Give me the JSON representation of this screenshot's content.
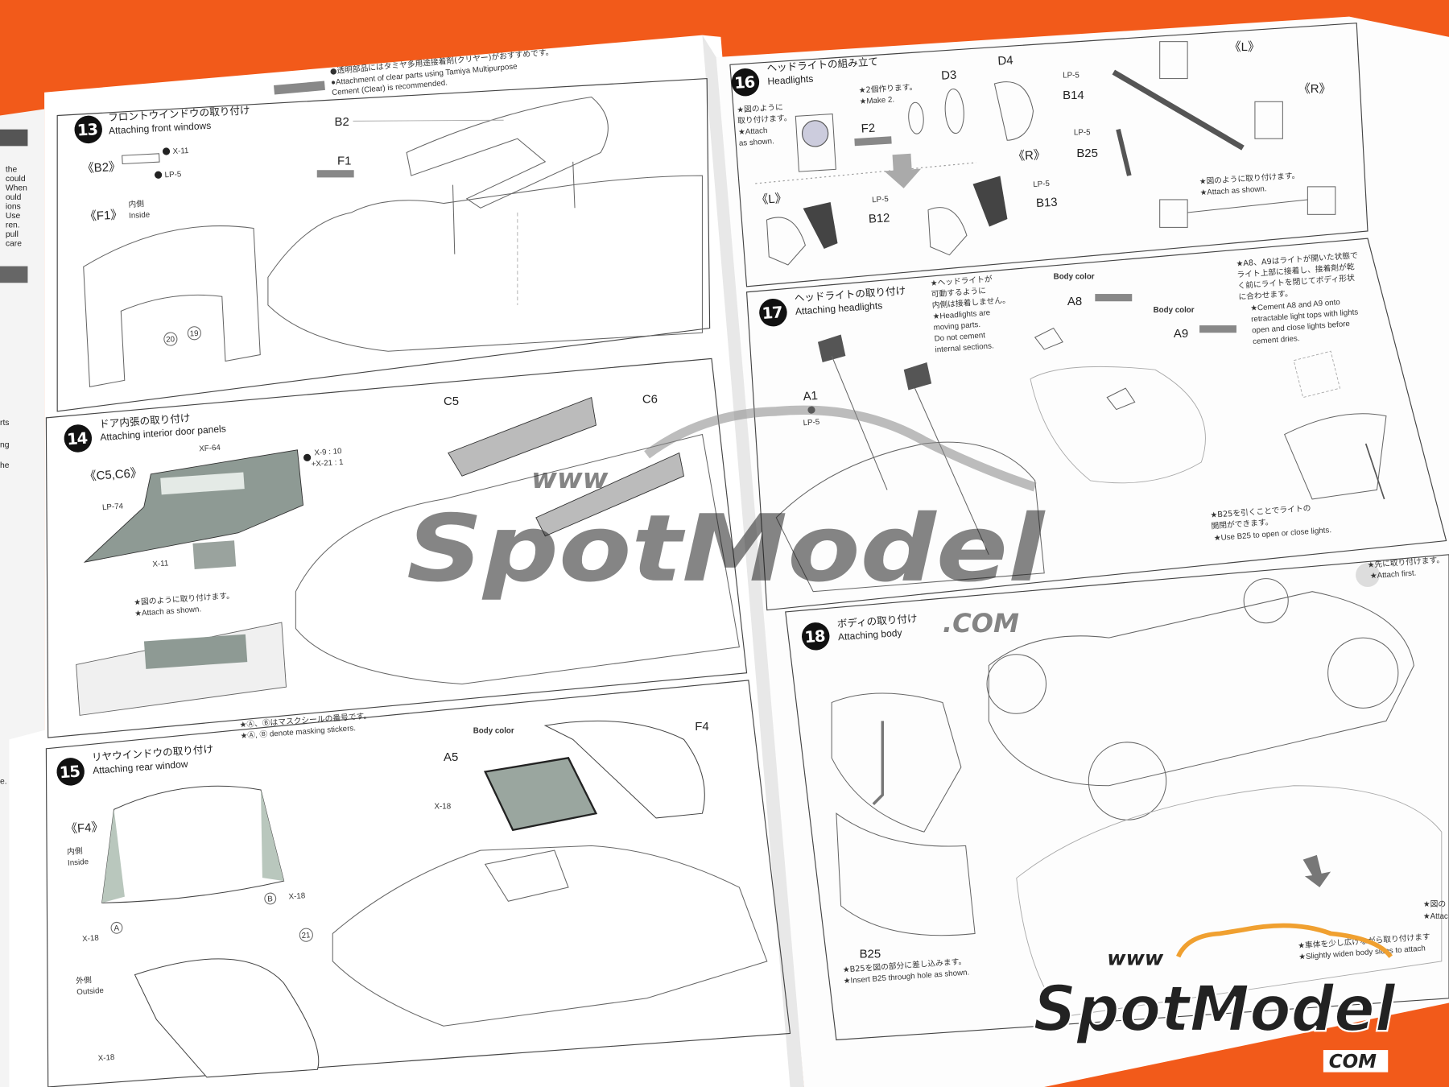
{
  "colors": {
    "background": "#f25a1a",
    "paper": "#ffffff",
    "watermark_gray": "#9a9a9a",
    "logo_orange": "#f0a030"
  },
  "left_edge_page": {
    "lines_a": [
      "the",
      "could",
      "When",
      "ould",
      "ions",
      "Use",
      "ren.",
      "pull",
      "care"
    ],
    "lines_b": [
      "rts",
      "ng",
      "he"
    ],
    "line_c": "e."
  },
  "cement_note": {
    "jp": "●透明部品にはタミヤ多用途接着剤(クリヤー)がおすすめです。",
    "en1": "●Attachment of clear parts using Tamiya Multipurpose",
    "en2": "Cement (Clear) is recommended."
  },
  "step13": {
    "number": "13",
    "title_jp": "フロントウインドウの取り付け",
    "title_en": "Attaching front windows",
    "b2_label": "《B2》",
    "x11": "X-11",
    "lp5": "LP-5",
    "f1_label": "《F1》",
    "inside_jp": "内側",
    "inside_en": "Inside",
    "part_b2": "B2",
    "part_f1": "F1",
    "mask20": "20",
    "mask19": "19"
  },
  "step14": {
    "number": "14",
    "title_jp": "ドア内張の取り付け",
    "title_en": "Attaching interior door panels",
    "parts_label": "《C5,C6》",
    "xf64": "XF-64",
    "mix1": "X-9 : 10",
    "mix2": "+X-21 : 1",
    "lp74": "LP-74",
    "x11": "X-11",
    "note_jp": "★図のように取り付けます。",
    "note_en": "★Attach as shown.",
    "part_c5": "C5",
    "part_c6": "C6"
  },
  "step15": {
    "number": "15",
    "title_jp": "リヤウインドウの取り付け",
    "title_en": "Attaching rear window",
    "note_jp": "★Ⓐ、Ⓑはマスクシールの番号です。",
    "note_en": "★Ⓐ, Ⓑ denote masking stickers.",
    "f4_label": "《F4》",
    "inside_jp": "内側",
    "inside_en": "Inside",
    "outside_jp": "外側",
    "outside_en": "Outside",
    "x18": "X-18",
    "mask_a": "A",
    "mask_b": "B",
    "mask21": "21",
    "body_color": "Body color",
    "part_a5": "A5",
    "part_f4": "F4"
  },
  "step16": {
    "number": "16",
    "title_jp": "ヘッドライトの組み立て",
    "title_en": "Headlights",
    "attach_jp1": "★図のように",
    "attach_jp2": "取り付けます。",
    "attach_en1": "★Attach",
    "attach_en2": "as shown.",
    "make2_jp": "★2個作ります。",
    "make2_en": "★Make 2.",
    "part_d3": "D3",
    "part_d4": "D4",
    "part_f2": "F2",
    "left": "《L》",
    "right": "《R》",
    "lp5": "LP-5",
    "part_b12": "B12",
    "part_b13": "B13",
    "part_b14": "B14",
    "part_b25": "B25",
    "attach2_jp": "★図のように取り付けます。",
    "attach2_en": "★Attach as shown."
  },
  "step17": {
    "number": "17",
    "title_jp": "ヘッドライトの取り付け",
    "title_en": "Attaching headlights",
    "note_jp": [
      "★ヘッドライトが",
      "可動するように",
      "内側は接着しません。"
    ],
    "note_en": [
      "★Headlights are",
      "moving parts.",
      "Do not cement",
      "internal sections."
    ],
    "body_color": "Body color",
    "part_a8": "A8",
    "part_a9": "A9",
    "part_a1": "A1",
    "lp5": "LP-5",
    "a8_note_jp": [
      "★A8、A9はライトが開いた状態で",
      "ライト上部に接着し、接着剤が乾",
      "く前にライトを閉じてボディ形状",
      "に合わせます。"
    ],
    "a8_note_en": [
      "★Cement A8 and A9 onto",
      "retractable light tops with lights",
      "open and close lights before",
      "cement dries."
    ],
    "b25_note_jp": [
      "★B25を引くことでライトの",
      "開閉ができます。"
    ],
    "b25_note_en": "★Use B25 to open or close lights."
  },
  "step18": {
    "number": "18",
    "title_jp": "ボディの取り付け",
    "title_en": "Attaching body",
    "first_jp": "★先に取り付けます。",
    "first_en": "★Attach first.",
    "part_b25": "B25",
    "b25_jp": "★B25を図の部分に差し込みます。",
    "b25_en": "★Insert B25 through hole as shown.",
    "widen_jp": "★車体を少し広げながら取り付けます",
    "widen_en": "★Slightly widen body sides to attach",
    "attach_jp": "★図の",
    "attach_en": "★Attac"
  },
  "watermark": {
    "www": "www",
    "brand": "SpotModel",
    "com": ".COM"
  },
  "logo": {
    "www": "www",
    "brand": "SpotModel",
    "com": "COM"
  }
}
